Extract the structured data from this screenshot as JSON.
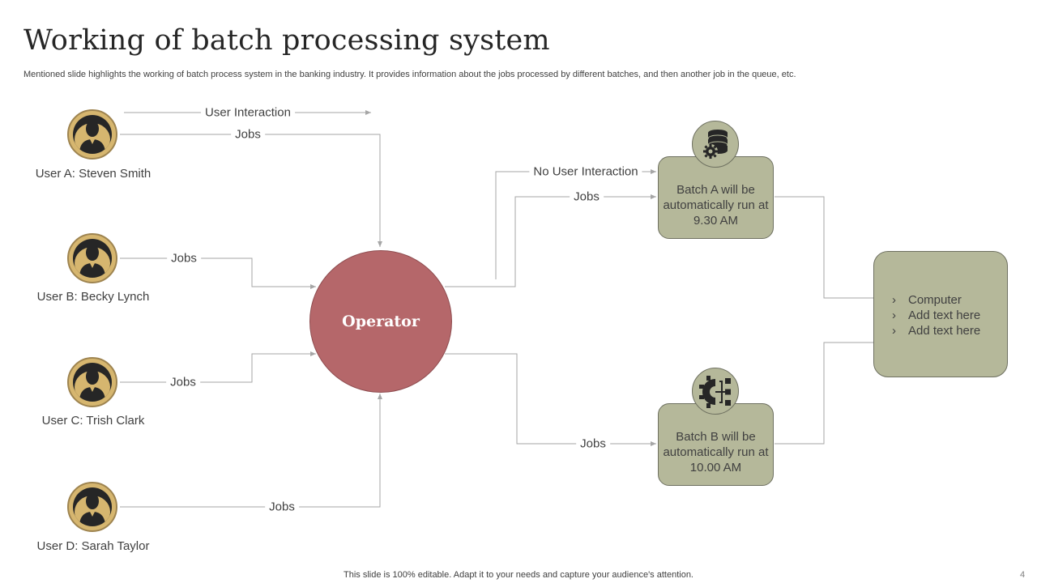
{
  "slide": {
    "title": "Working of batch processing system",
    "subtitle": "Mentioned slide highlights the working of batch process system in the banking industry. It provides information about the jobs processed by different batches, and then another job in the queue, etc.",
    "footer": "This slide is 100% editable. Adapt it to your needs and capture your audience's attention.",
    "page_number": "4"
  },
  "users": [
    {
      "name": "User A: Steven Smith",
      "icon": "user-avatar-icon"
    },
    {
      "name": "User B: Becky Lynch",
      "icon": "user-avatar-icon"
    },
    {
      "name": "User C: Trish  Clark",
      "icon": "user-avatar-icon"
    },
    {
      "name": "User D: Sarah Taylor",
      "icon": "user-avatar-icon"
    }
  ],
  "labels": {
    "user_interaction": "User Interaction",
    "no_user_interaction": "No User Interaction",
    "jobs": "Jobs"
  },
  "operator": {
    "label": "Operator"
  },
  "batches": [
    {
      "text": "Batch A will be automatically run at 9.30 AM",
      "icon": "database-gear-icon"
    },
    {
      "text": "Batch B will be automatically run at 10.00 AM",
      "icon": "gear-network-icon"
    }
  ],
  "computer": {
    "items": [
      "Computer",
      "Add text here",
      "Add text here"
    ]
  },
  "colors": {
    "operator": "#b5676a",
    "batch": "#b5b89a",
    "avatar": "#d6b66f",
    "connector": "#a6a6a6"
  }
}
